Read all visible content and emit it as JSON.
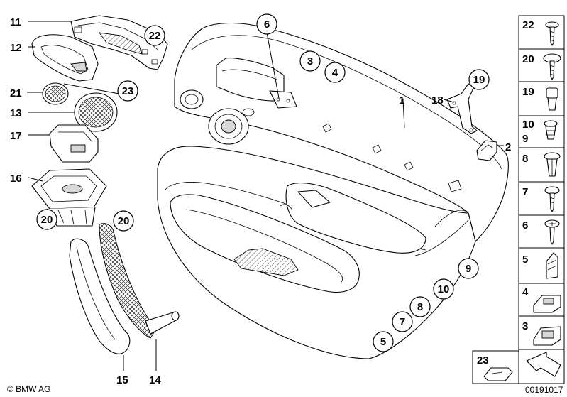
{
  "callouts": {
    "c1": "1",
    "c2": "2",
    "c3": "3",
    "c4": "4",
    "c5": "5",
    "c6": "6",
    "c7": "7",
    "c8": "8",
    "c9": "9",
    "c10": "10",
    "c11": "11",
    "c12": "12",
    "c13": "13",
    "c14": "14",
    "c15": "15",
    "c16": "16",
    "c17": "17",
    "c18": "18",
    "c19": "19",
    "c20a": "20",
    "c20b": "20",
    "c21": "21",
    "c22": "22",
    "c23": "23"
  },
  "legend": {
    "items": [
      "22",
      "20",
      "19",
      "10",
      "9",
      "8",
      "7",
      "6",
      "5",
      "4",
      "3"
    ],
    "bottom_item": "23"
  },
  "footer": {
    "copyright": "© BMW AG",
    "drawing_number": "00191017"
  }
}
